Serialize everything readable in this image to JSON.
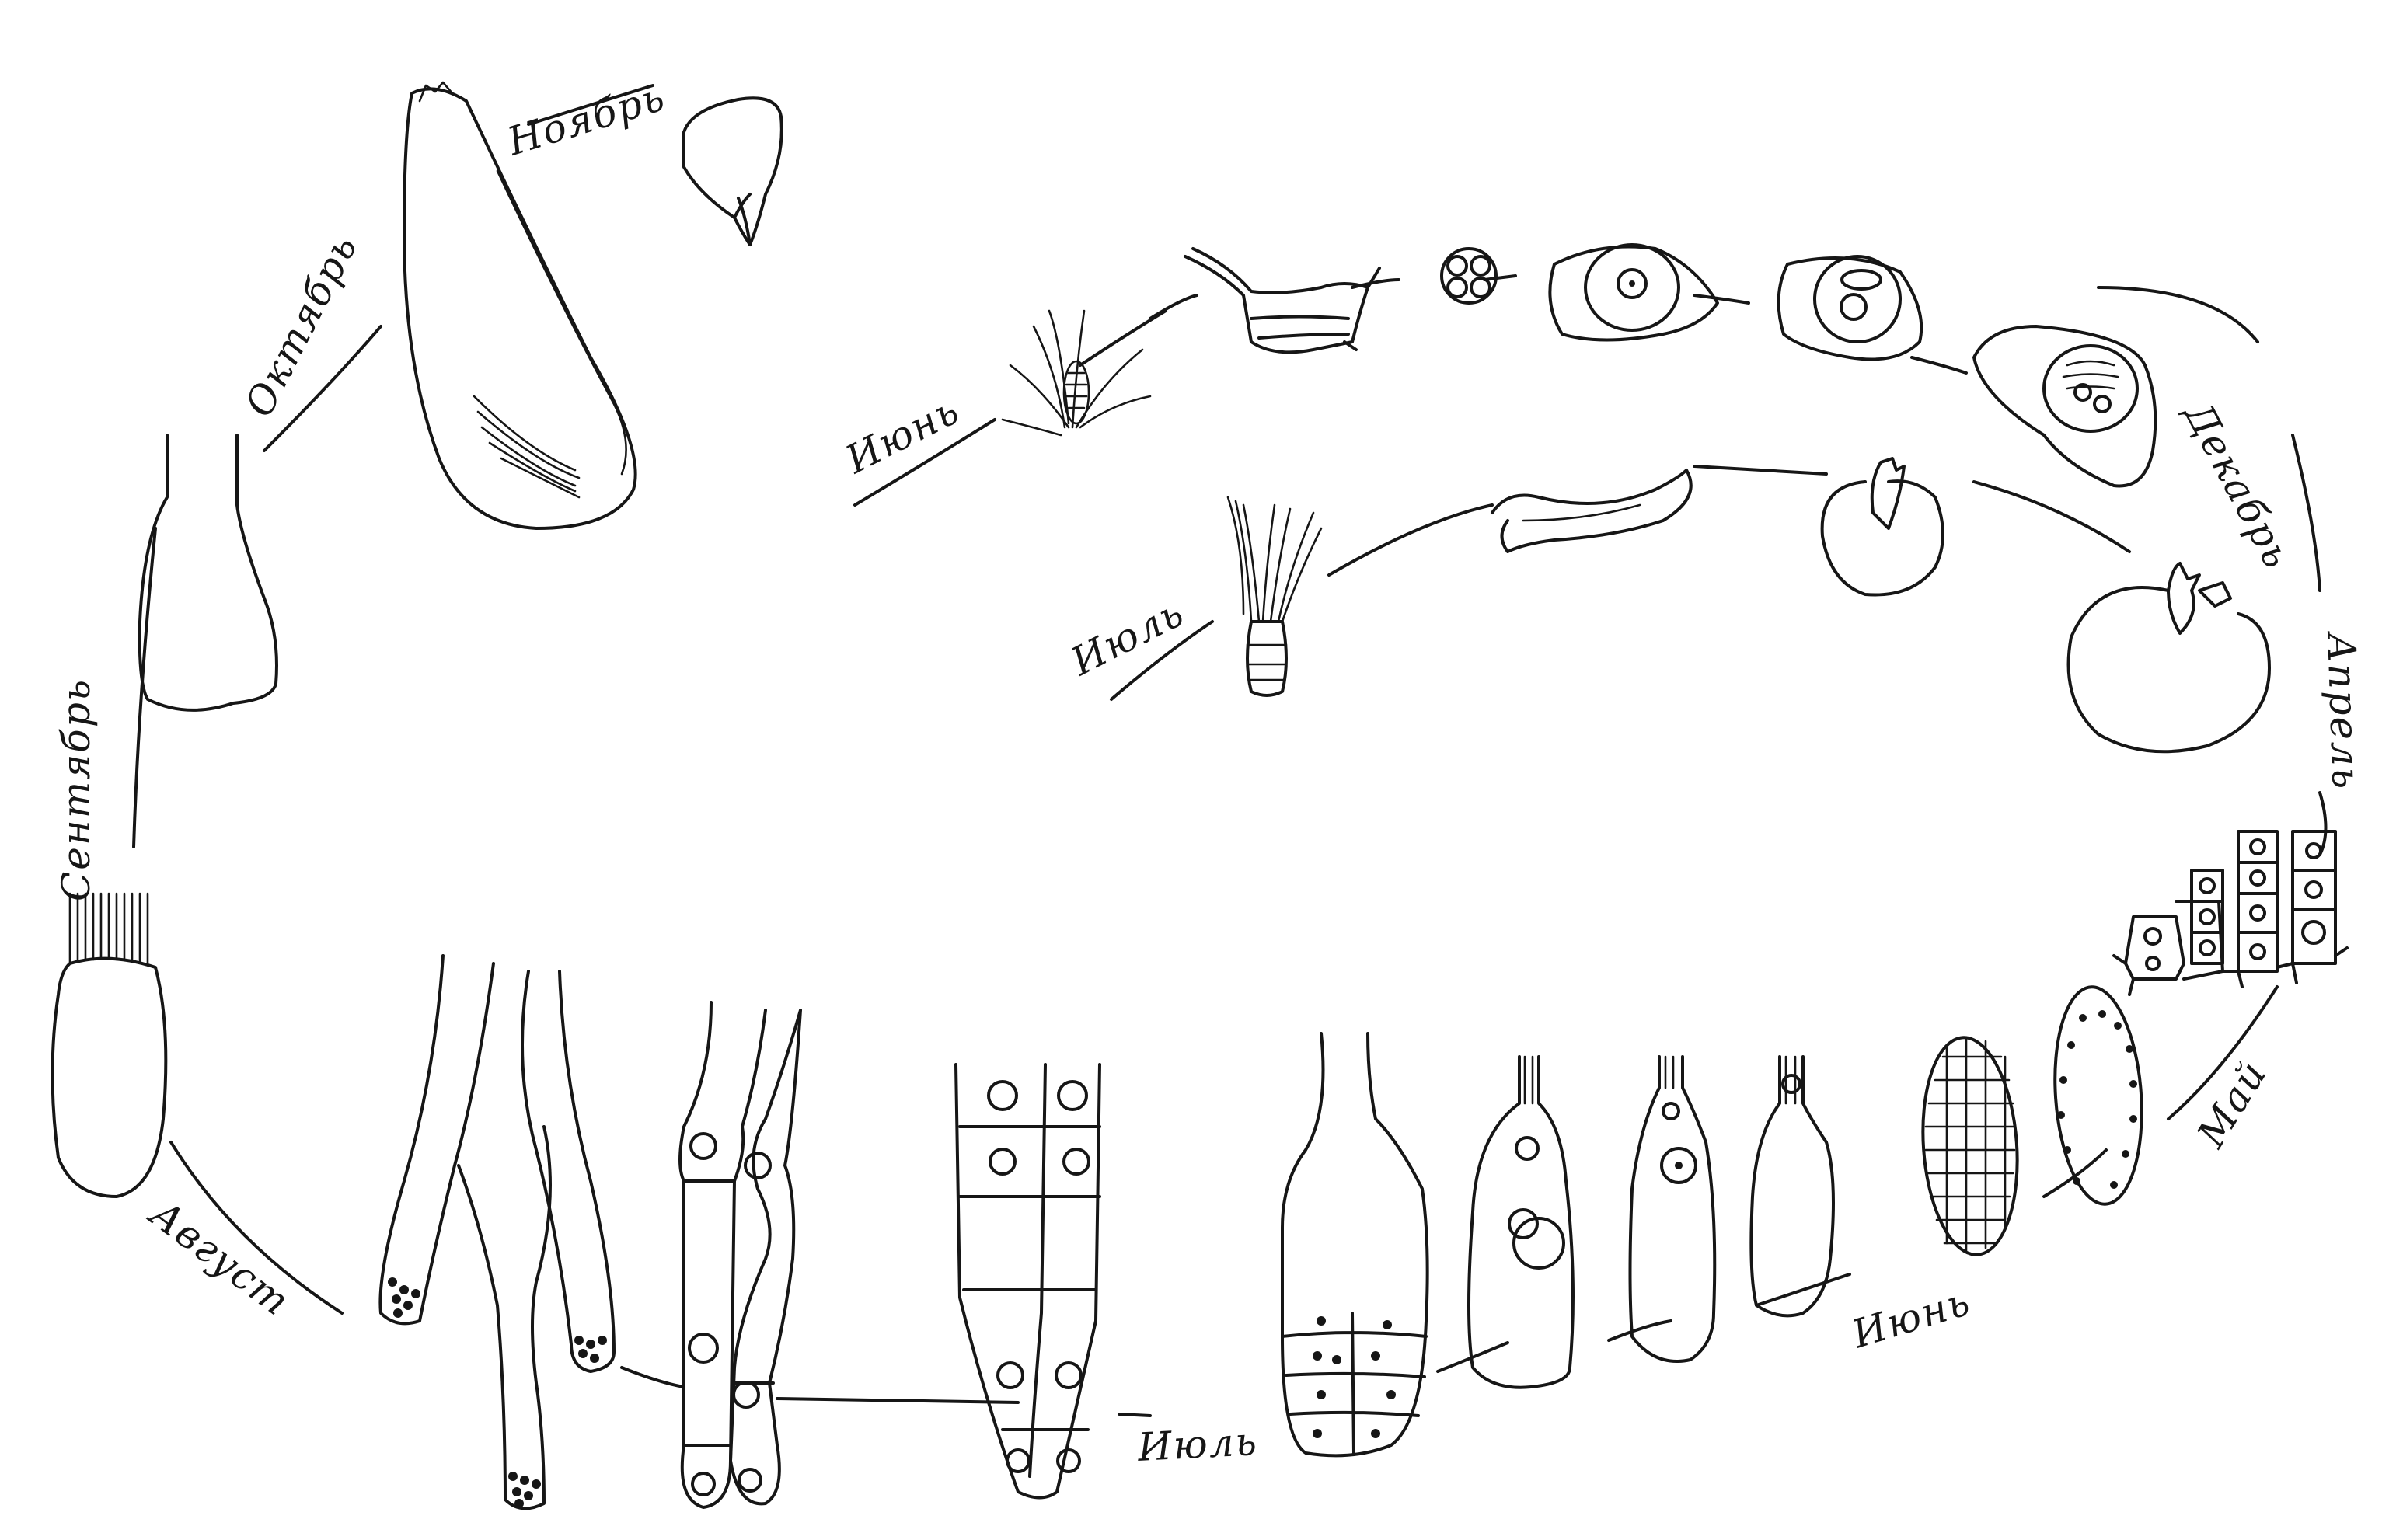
{
  "labels": {
    "november": "Ноябрь",
    "october": "Октябрь",
    "september": "Сентябрь",
    "august": "Август",
    "june_upper": "Июнь",
    "july_upper": "Июль",
    "december": "Декабрь",
    "april": "Апрель",
    "may": "Май",
    "june_lower": "Июнь",
    "july_lower": "Июль"
  },
  "colors": {
    "ink": "#161616",
    "paper": "#ffffff"
  }
}
